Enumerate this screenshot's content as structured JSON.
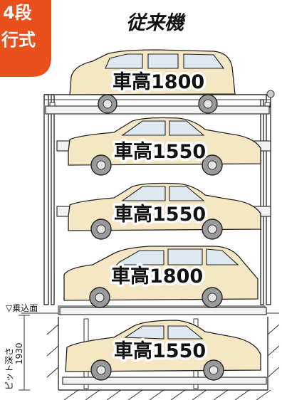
{
  "badge": {
    "line1": "4段",
    "line2": "行式",
    "color": "#e8501e"
  },
  "title": "従来機",
  "levels": [
    {
      "height_label": "車高1800"
    },
    {
      "height_label": "車高1550"
    },
    {
      "height_label": "車高1550"
    },
    {
      "height_label": "車高1800"
    },
    {
      "height_label": "車高1550"
    }
  ],
  "ground_label": "▽乗込面",
  "pit": {
    "label": "ピット深さ",
    "value": "1930"
  },
  "colors": {
    "car_body": "#f5e6c4",
    "glass": "#dde8f1"
  }
}
